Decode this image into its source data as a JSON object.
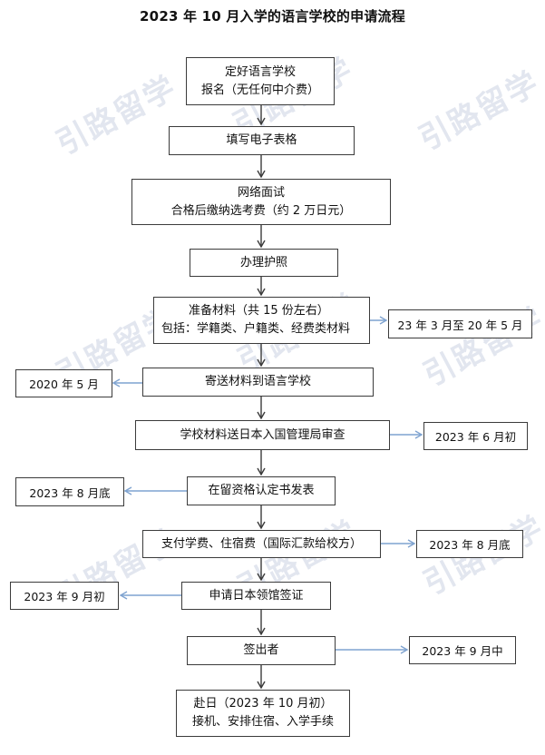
{
  "title": "2023 年 10 月入学的语言学校的申请流程",
  "watermark": "引路留学",
  "steps": [
    {
      "line1": "定好语言学校",
      "line2": "报名（无任何中介费）"
    },
    {
      "line1": "填写电子表格"
    },
    {
      "line1": "网络面试",
      "line2": "合格后缴纳选考费（约 2 万日元）"
    },
    {
      "line1": "办理护照"
    },
    {
      "line1": "准备材料（共 15 份左右）",
      "line2": "包括：学籍类、户籍类、经费类材料"
    },
    {
      "line1": "寄送材料到语言学校"
    },
    {
      "line1": "学校材料送日本入国管理局审查"
    },
    {
      "line1": "在留资格认定书发表"
    },
    {
      "line1": "支付学费、住宿费（国际汇款给校方）"
    },
    {
      "line1": "申请日本领馆签证"
    },
    {
      "line1": "签出者"
    },
    {
      "line1": "赴日（2023 年 10 月初）",
      "line2": "接机、安排住宿、入学手续"
    }
  ],
  "side_notes": [
    {
      "text": "23 年 3 月至 20 年 5 月"
    },
    {
      "text": "2020 年 5 月"
    },
    {
      "text": "2023 年 6 月初"
    },
    {
      "text": "2023 年 8 月底"
    },
    {
      "text": "2023 年 8 月底"
    },
    {
      "text": "2023 年 9 月初"
    },
    {
      "text": "2023 年 9 月中"
    }
  ],
  "colors": {
    "arrow_main": "#3b3b3b",
    "arrow_side": "#8fb0d8",
    "border": "#3b3b3b"
  }
}
